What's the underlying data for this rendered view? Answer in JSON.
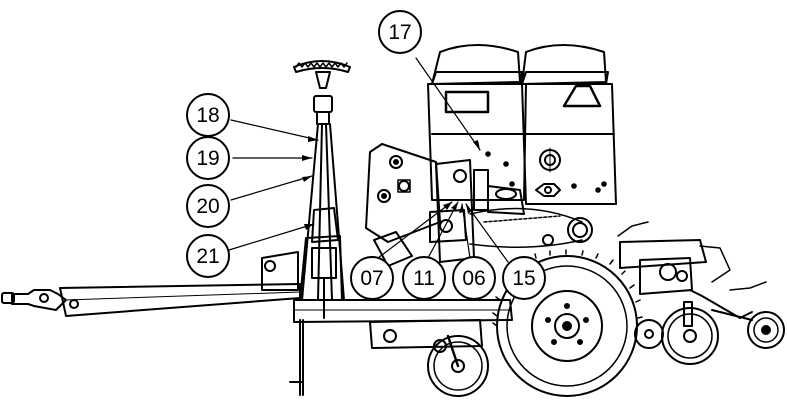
{
  "diagram": {
    "line_color": "#000000",
    "background": "#ffffff",
    "callouts": [
      {
        "id": "c17",
        "label": "17"
      },
      {
        "id": "c18",
        "label": "18"
      },
      {
        "id": "c19",
        "label": "19"
      },
      {
        "id": "c20",
        "label": "20"
      },
      {
        "id": "c21",
        "label": "21"
      },
      {
        "id": "c07",
        "label": "07"
      },
      {
        "id": "c11",
        "label": "11"
      },
      {
        "id": "c06",
        "label": "06"
      },
      {
        "id": "c15",
        "label": "15"
      }
    ]
  }
}
